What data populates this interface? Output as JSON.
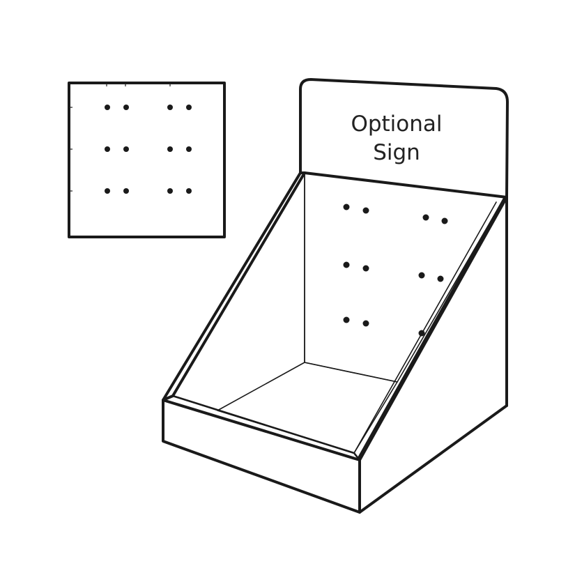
{
  "sign": {
    "line1": "Optional",
    "line2": "Sign"
  },
  "colors": {
    "stroke": "#1a1a1a",
    "text": "#222222",
    "background": "#ffffff"
  },
  "flat_panel": {
    "hole_rows": 3,
    "hole_groups_per_row": 2,
    "holes_per_group": 2
  }
}
